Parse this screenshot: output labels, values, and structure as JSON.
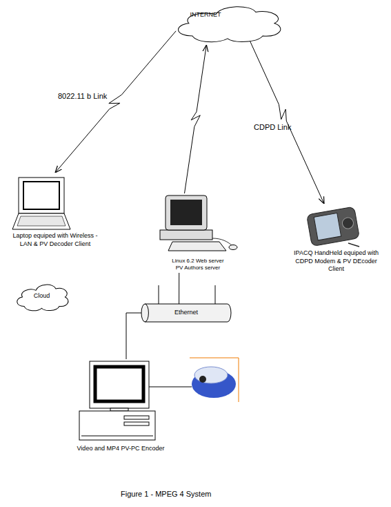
{
  "diagram": {
    "caption": "Figure 1 - MPEG 4 System",
    "nodes": [
      {
        "text": [
          "INTERNET"
        ]
      },
      {
        "text": [
          "Laptop equiped with Wireless -LAN & PV Decoder Client"
        ]
      },
      {
        "text": [
          "Linux 6.2 Web server PV Authors server"
        ]
      },
      {
        "text": [
          "IPACQ HandHeld equiped with CDPD Modem & PV DEcoder Client"
        ]
      },
      {
        "text": [
          "Cloud"
        ]
      },
      {
        "text": [
          "Ethernet"
        ]
      },
      {
        "text": [
          "Video and MP4 PV-PC Encoder"
        ]
      }
    ],
    "edges": [
      {
        "from": 0,
        "to": 1,
        "arrow": "to",
        "label": "8022.11 b Link"
      },
      {
        "from": 2,
        "to": 0,
        "arrow": "to"
      },
      {
        "from": 0,
        "to": 3,
        "arrow": "to",
        "label": "CDPD Link"
      },
      {
        "from": 2,
        "to": 5,
        "arrow": "none"
      },
      {
        "from": 5,
        "to": 6,
        "arrow": "none"
      }
    ]
  }
}
